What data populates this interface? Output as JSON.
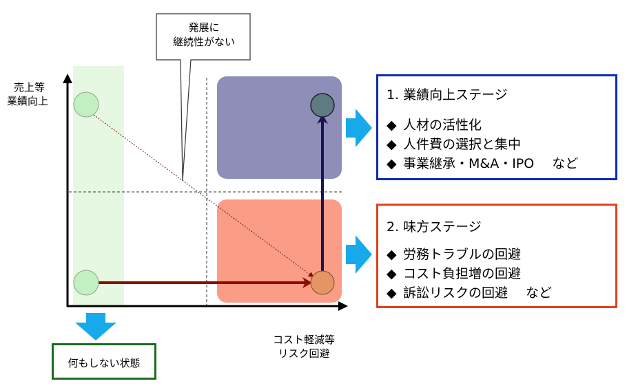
{
  "callout": {
    "line1": "発展に",
    "line2": "継続性がない"
  },
  "y_axis_label": {
    "line1": "売上等",
    "line2": "業績向上"
  },
  "x_axis_label": {
    "line1": "コスト軽減等",
    "line2": "リスク回避"
  },
  "stage1": {
    "title": "1. 業績向上ステージ",
    "items": [
      {
        "bullet": "◆",
        "text": "人材の活性化",
        "note": ""
      },
      {
        "bullet": "◆",
        "text": "人件費の選択と集中",
        "note": ""
      },
      {
        "bullet": "◆",
        "text": "事業継承・M&A・IPO",
        "note": "など"
      }
    ],
    "border_color": "#0b2bb3"
  },
  "stage2": {
    "title": "2. 味方ステージ",
    "items": [
      {
        "bullet": "◆",
        "text": "労務トラブルの回避",
        "note": ""
      },
      {
        "bullet": "◆",
        "text": "コスト負担増の回避",
        "note": ""
      },
      {
        "bullet": "◆",
        "text": "訴訟リスクの回避",
        "note": "など"
      }
    ],
    "border_color": "#e0441b"
  },
  "idle_state": {
    "label": "何もしない状態",
    "border_color": "#1b6b1b"
  },
  "colors": {
    "green_zone": "#e6f8e1",
    "blue_zone": "#8e8eb9",
    "red_zone": "#fb9c86",
    "path_arrow": "#8a0d00",
    "block_arrow": "#18a9ea"
  }
}
